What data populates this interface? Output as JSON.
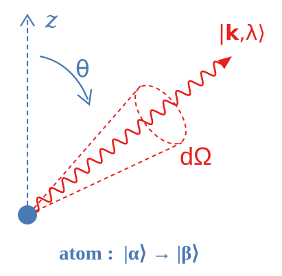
{
  "labels": {
    "axis": "z",
    "angle": "θ",
    "state_bar": "|",
    "state_k": "k",
    "state_rest": ",λ⟩",
    "solid_angle": "dΩ",
    "transition": "atom :  |α⟩ → |β⟩"
  },
  "colors": {
    "axis": "#4a7ab5",
    "atom": "#4a7ab5",
    "photon": "#e8201e",
    "cone": "#e8201e",
    "caption": "#4a7ab5"
  },
  "icons": {
    "atom": "filled-circle",
    "photon": "wavy-arrow",
    "axis": "dashed-arrow"
  }
}
